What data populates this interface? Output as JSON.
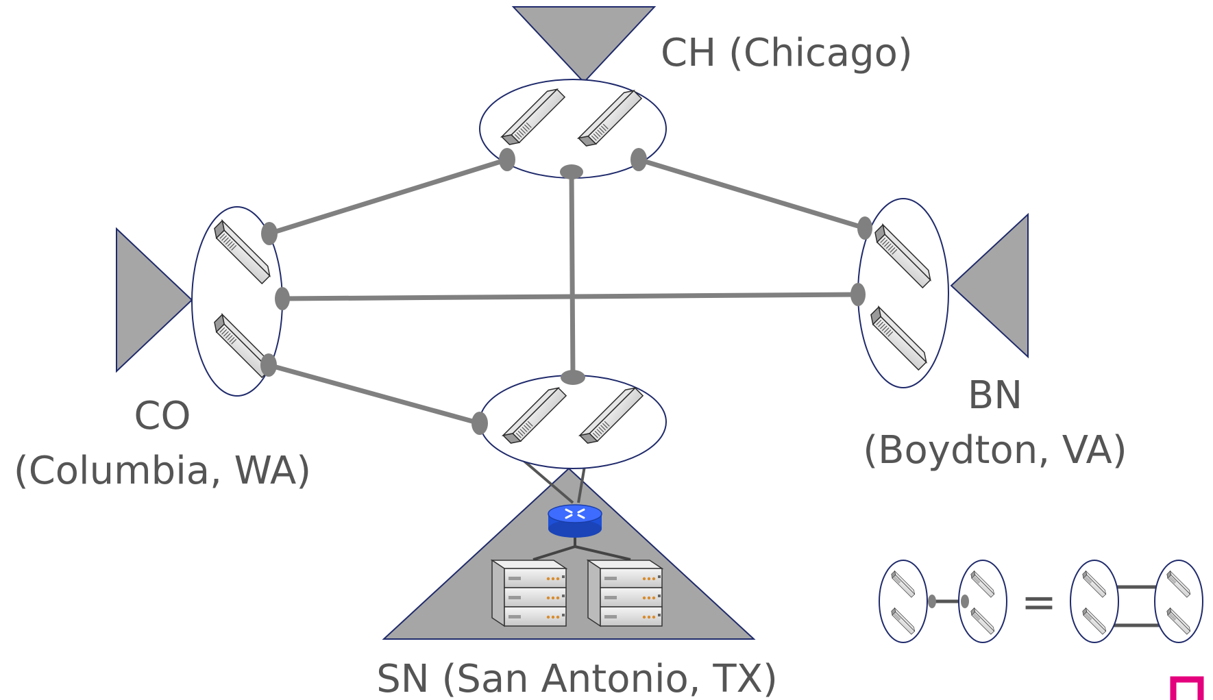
{
  "sites": {
    "ch": {
      "label": "CH (Chicago)"
    },
    "co": {
      "label_line1": "CO",
      "label_line2": "(Columbia, WA)"
    },
    "bn": {
      "label_line1": "BN",
      "label_line2": "(Boydton, VA)"
    },
    "sn": {
      "label": "SN (San Antonio, TX)"
    }
  },
  "legend": {
    "equals": "="
  },
  "colors": {
    "link": "#808080",
    "triangle_fill": "#a6a6a6",
    "outline": "#1f2a6b",
    "router": "#2a5cff",
    "corner_mark": "#e4007c"
  }
}
